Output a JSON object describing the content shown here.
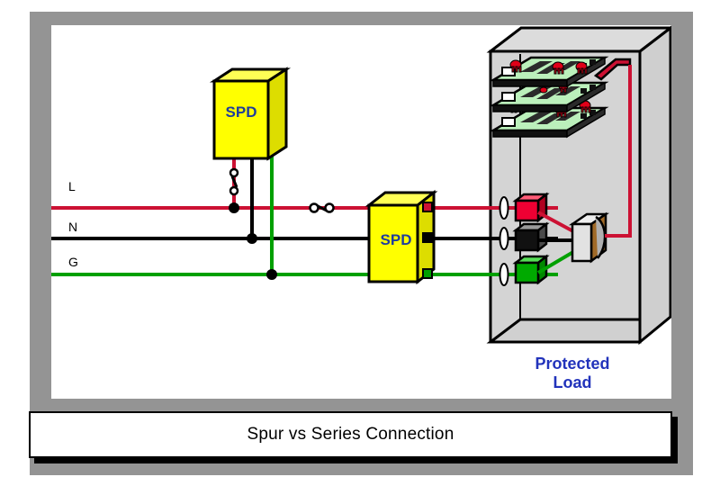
{
  "slide": {
    "caption": "Spur vs Series Connection",
    "background_color": "#949494",
    "canvas_color": "#ffffff"
  },
  "diagram": {
    "title": "Spur vs Series Connection",
    "conductor_labels": [
      {
        "id": "L",
        "label": "L",
        "color": "#cc1133",
        "name": "line"
      },
      {
        "id": "N",
        "label": "N",
        "color": "#000000",
        "name": "neutral"
      },
      {
        "id": "G",
        "label": "G",
        "color": "#00a000",
        "name": "ground"
      }
    ],
    "devices": [
      {
        "id": "spd-spur",
        "label": "SPD",
        "connection": "spur",
        "body_color": "#ffff00",
        "text_color": "#1f3d9c"
      },
      {
        "id": "spd-series",
        "label": "SPD",
        "connection": "series",
        "body_color": "#ffff00",
        "text_color": "#1f3d9c"
      }
    ],
    "enclosure": {
      "label": "Protected Load",
      "label_line_1": "Protected",
      "label_line_2": "Load",
      "label_color": "#2233bb",
      "body_color": "#d4d4d4",
      "board_count": 3,
      "board_color": "#bbf0bb",
      "terminals": [
        {
          "id": "terminal-l",
          "color": "#ee0033",
          "conductor": "L"
        },
        {
          "id": "terminal-n",
          "color": "#000000",
          "conductor": "N"
        },
        {
          "id": "terminal-g",
          "color": "#00aa00",
          "conductor": "G"
        }
      ],
      "load_device": {
        "id": "load-motor",
        "body_color": "#d8d8d8",
        "accent_color": "#a06a28"
      }
    },
    "symbols": [
      {
        "id": "disconnect-switch-vertical",
        "name": "disconnect-switch",
        "on_conductor": "L"
      },
      {
        "id": "disconnect-switch-horizontal",
        "name": "disconnect-switch",
        "on_conductor": "L"
      },
      {
        "id": "junction-dot-l",
        "name": "junction-dot",
        "on_conductor": "L"
      },
      {
        "id": "junction-dot-n",
        "name": "junction-dot",
        "on_conductor": "N"
      },
      {
        "id": "junction-dot-g",
        "name": "junction-dot",
        "on_conductor": "G"
      }
    ]
  }
}
